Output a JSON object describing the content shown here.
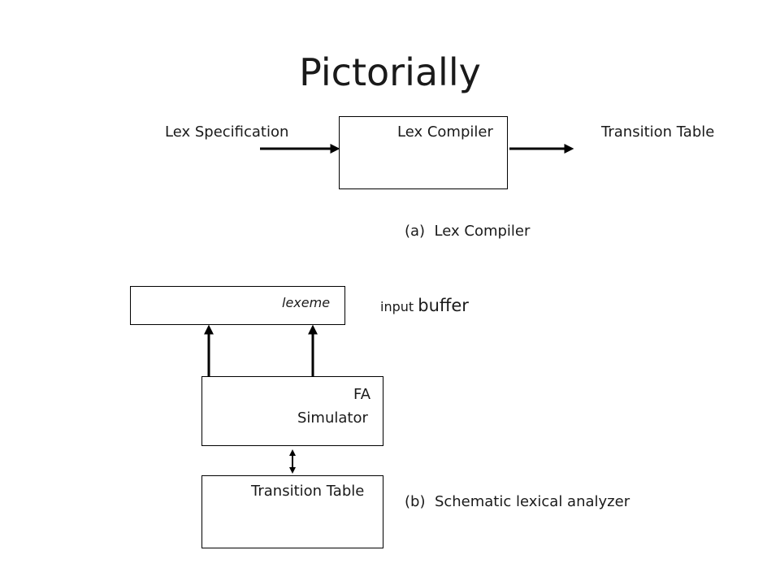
{
  "slide": {
    "title": "Pictorially"
  },
  "part_a": {
    "input_label": "Lex Specification",
    "compiler_box_label": "Lex Compiler",
    "output_label": "Transition Table",
    "caption_tag": "(a)",
    "caption_text": "Lex Compiler"
  },
  "part_b": {
    "buffer_box_label": "lexeme",
    "buffer_side_small": "input",
    "buffer_side_large": "buffer",
    "fa_label_line1": "FA",
    "fa_label_line2": "Simulator",
    "table_box_label": "Transition Table",
    "caption_tag": "(b)",
    "caption_text": "Schematic lexical analyzer"
  }
}
